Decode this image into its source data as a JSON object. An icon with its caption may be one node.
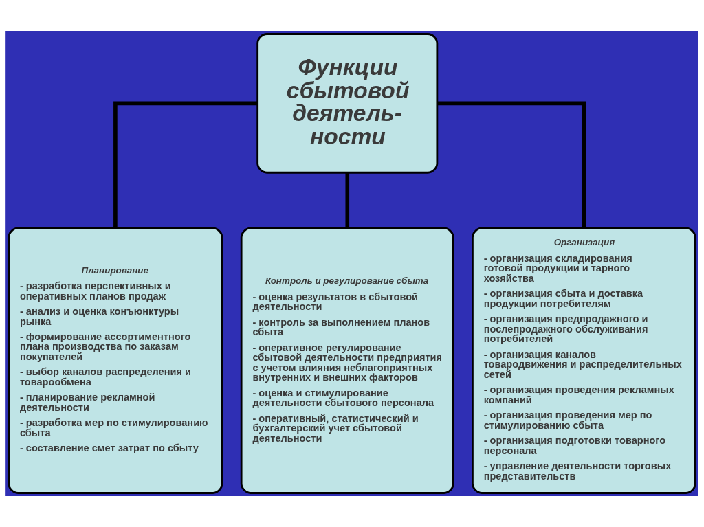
{
  "diagram": {
    "nodes": [
      {
        "text": [
          "Функции сбытовой деятель- ности"
        ]
      },
      {
        "text": [
          "Планирование",
          "- разработка перспективных и оперативных планов продаж",
          "- анализ и оценка конъюнктуры рынка",
          "- формирование ассортиментного плана производства по заказам покупателей",
          "- выбор каналов распределения и товарообмена",
          "- планирование рекламной деятельности",
          "- разработка мер по стимулированию сбыта",
          "- составление смет затрат по сбыту"
        ]
      },
      {
        "text": [
          "Контроль и регулирование сбыта",
          "- оценка результатов в сбытовой деятельности",
          "- контроль за выполнением планов сбыта",
          "- оперативное регулирование сбытовой деятельности предприятия с учетом влияния неблагоприятных внутренних и внешних факторов",
          "- оценка и стимулирование деятельности сбытового персонала",
          "- оперативный, статистический и бухгалтерский учет сбытовой деятельности"
        ]
      },
      {
        "text": [
          "Организация",
          "- организация складирования готовой продукции и тарного хозяйства",
          "- организация сбыта и доставка продукции потребителям",
          "- организация предпродажного и послепродажного обслуживания потребителей",
          "- организация каналов товародвижения и распределительных сетей",
          "- организация проведения рекламных компаний",
          "- организация проведения мер по стимулированию сбыта",
          "- организация подготовки товарного персонала",
          "- управление деятельности торговых представительств"
        ]
      }
    ],
    "edges": [
      {
        "from": 0,
        "to": 1,
        "arrow": "none"
      },
      {
        "from": 0,
        "to": 2,
        "arrow": "none"
      },
      {
        "from": 0,
        "to": 3,
        "arrow": "none"
      }
    ]
  }
}
